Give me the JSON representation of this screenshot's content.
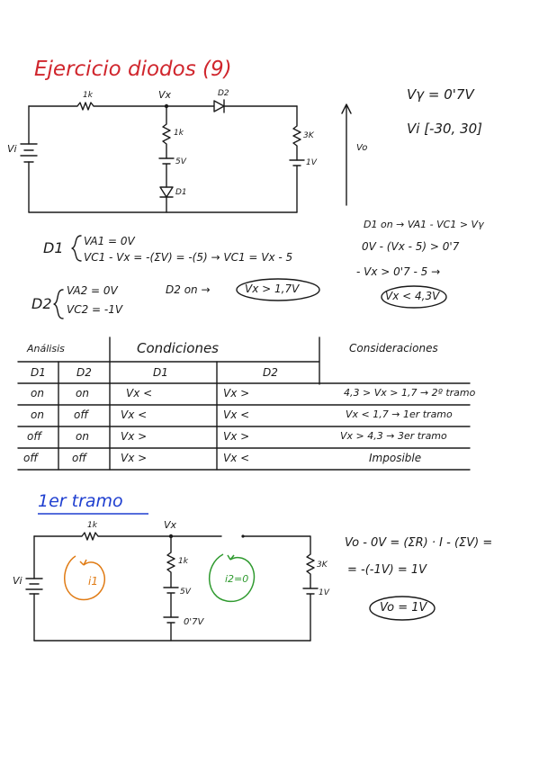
{
  "title": "Ejercicio diodos (9)",
  "circuit1": {
    "r1": "1k",
    "vx": "Vx",
    "d2": "D2",
    "r_mid": "1k",
    "v_mid": "5V",
    "d1": "D1",
    "vi": "Vi",
    "r3": "3K",
    "v_right": "1V",
    "vo": "Vo"
  },
  "givens": {
    "vgamma": "Vγ = 0'7V",
    "vi_range": "Vi [-30, 30]"
  },
  "d1_eqs": {
    "label": "D1",
    "line1": "VA1 = 0V",
    "line2": "VC1 - Vx = -(ΣV) = -(5) → VC1 = Vx - 5"
  },
  "d2_eqs": {
    "label": "D2",
    "line1": "VA2 = 0V",
    "line2": "VC2 = -1V",
    "cond": "D2 on →",
    "boxed": "Vx > 1,7V"
  },
  "d1_on": {
    "line1": "D1 on → VA1 - VC1 > Vγ",
    "line2": "0V - (Vx - 5) > 0'7",
    "line3": "- Vx > 0'7 - 5 →",
    "boxed": "Vx < 4,3V"
  },
  "table": {
    "headers": [
      "Análisis",
      "Condiciones",
      "Consideraciones"
    ],
    "sub": [
      "D1",
      "D2",
      "D1",
      "D2"
    ],
    "rows": [
      [
        "on",
        "on",
        "Vx <",
        "Vx >",
        "4,3 > Vx > 1,7 → 2º tramo"
      ],
      [
        "on",
        "off",
        "Vx <",
        "Vx <",
        "Vx < 1,7 → 1er tramo"
      ],
      [
        "off",
        "on",
        "Vx >",
        "Vx >",
        "Vx > 4,3 → 3er tramo"
      ],
      [
        "off",
        "off",
        "Vx >",
        "Vx <",
        "Imposible"
      ]
    ]
  },
  "tramo": {
    "title": "1er tramo"
  },
  "circuit2": {
    "r1": "1k",
    "vx": "Vx",
    "r_mid": "1k",
    "v_mid": "5V",
    "v_gamma": "0'7V",
    "vi": "Vi",
    "r3": "3K",
    "v_right": "1V",
    "i1": "i1",
    "i2": "i2=0"
  },
  "solution": {
    "line1": "Vo - 0V = (ΣR) · I - (ΣV) =",
    "line2": "= -(-1V) = 1V",
    "boxed": "Vo = 1V"
  },
  "colors": {
    "title": "#d0262d",
    "tramo": "#1f3fd0",
    "mesh1": "#e07b14",
    "mesh2": "#2f9a2f"
  }
}
